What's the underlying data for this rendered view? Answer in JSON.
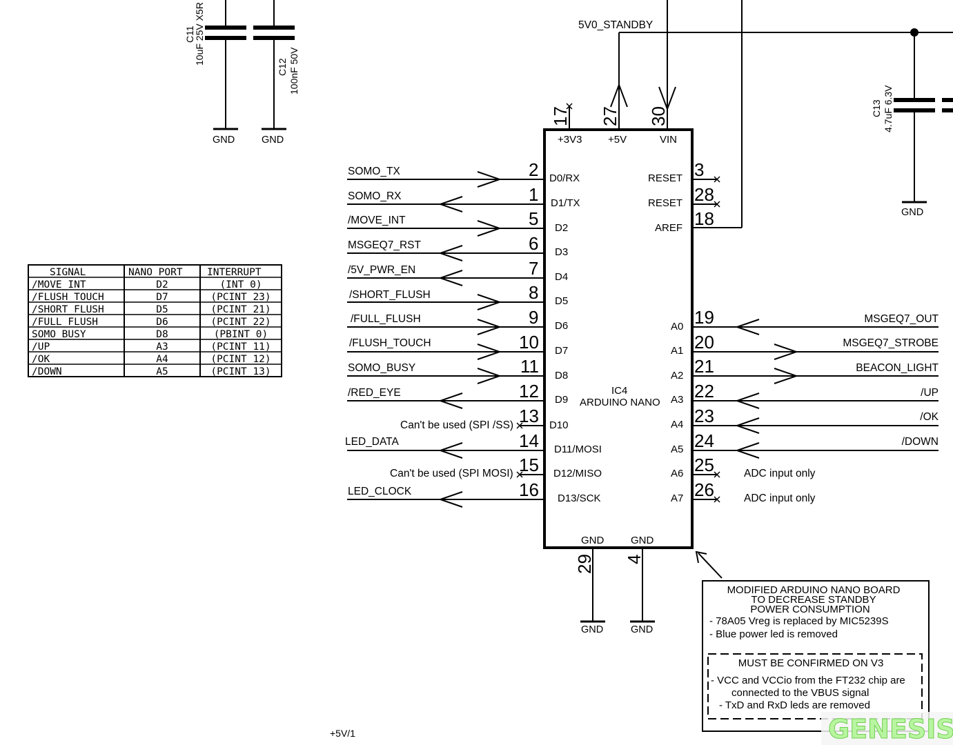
{
  "capacitors": [
    {
      "ref": "C11",
      "value": "10uF 25V X5R"
    },
    {
      "ref": "C12",
      "value": "100nF 50V"
    },
    {
      "ref": "C13",
      "value": "4.7uF 6.3V"
    }
  ],
  "gnd_label": "GND",
  "net_5v0_standby": "5V0_STANDBY",
  "net_5v_1": "+5V/1",
  "chip": {
    "ref": "IC4",
    "name": "ARDUINO NANO",
    "top_pins": [
      {
        "num": "17",
        "name": "+3V3"
      },
      {
        "num": "27",
        "name": "+5V"
      },
      {
        "num": "30",
        "name": "VIN"
      }
    ],
    "bottom_pins": [
      {
        "num": "29",
        "name": "GND"
      },
      {
        "num": "4",
        "name": "GND"
      }
    ],
    "left_pins": [
      {
        "num": "2",
        "name": "D0/RX",
        "net": "SOMO_TX"
      },
      {
        "num": "1",
        "name": "D1/TX",
        "net": "SOMO_RX"
      },
      {
        "num": "5",
        "name": "D2",
        "net": "/MOVE_INT"
      },
      {
        "num": "6",
        "name": "D3",
        "net": "MSGEQ7_RST"
      },
      {
        "num": "7",
        "name": "D4",
        "net": "/5V_PWR_EN"
      },
      {
        "num": "8",
        "name": "D5",
        "net": "/SHORT_FLUSH"
      },
      {
        "num": "9",
        "name": "D6",
        "net": "/FULL_FLUSH"
      },
      {
        "num": "10",
        "name": "D7",
        "net": "/FLUSH_TOUCH"
      },
      {
        "num": "11",
        "name": "D8",
        "net": "SOMO_BUSY"
      },
      {
        "num": "12",
        "name": "D9",
        "net": "/RED_EYE"
      },
      {
        "num": "13",
        "name": "D10",
        "net": "Can't be used (SPI /SS)"
      },
      {
        "num": "14",
        "name": "D11/MOSI",
        "net": "LED_DATA"
      },
      {
        "num": "15",
        "name": "D12/MISO",
        "net": "Can't be used (SPI MOSI)"
      },
      {
        "num": "16",
        "name": "D13/SCK",
        "net": "LED_CLOCK"
      }
    ],
    "right_pins": [
      {
        "num": "3",
        "name": "RESET",
        "net": ""
      },
      {
        "num": "28",
        "name": "RESET",
        "net": ""
      },
      {
        "num": "18",
        "name": "AREF",
        "net": ""
      },
      {
        "num": "19",
        "name": "A0",
        "net": "MSGEQ7_OUT"
      },
      {
        "num": "20",
        "name": "A1",
        "net": "MSGEQ7_STROBE"
      },
      {
        "num": "21",
        "name": "A2",
        "net": "BEACON_LIGHT"
      },
      {
        "num": "22",
        "name": "A3",
        "net": "/UP"
      },
      {
        "num": "23",
        "name": "A4",
        "net": "/OK"
      },
      {
        "num": "24",
        "name": "A5",
        "net": "/DOWN"
      },
      {
        "num": "25",
        "name": "A6",
        "net": "ADC input only"
      },
      {
        "num": "26",
        "name": "A7",
        "net": "ADC input only"
      }
    ]
  },
  "signal_table": {
    "headers": [
      "SIGNAL",
      "NANO PORT",
      "INTERRUPT"
    ],
    "rows": [
      [
        "/MOVE_INT",
        "D2",
        "(INT 0)"
      ],
      [
        "/FLUSH_TOUCH",
        "D7",
        "(PCINT 23)"
      ],
      [
        "/SHORT_FLUSH",
        "D5",
        "(PCINT 21)"
      ],
      [
        "/FULL_FLUSH",
        "D6",
        "(PCINT 22)"
      ],
      [
        "SOMO_BUSY",
        "D8",
        "(PBINT 0)"
      ],
      [
        "/UP",
        "A3",
        "(PCINT 11)"
      ],
      [
        "/OK",
        "A4",
        "(PCINT 12)"
      ],
      [
        "/DOWN",
        "A5",
        "(PCINT 13)"
      ]
    ]
  },
  "note": {
    "title": [
      "MODIFIED ARDUINO NANO BOARD",
      "TO DECREASE STANDBY",
      "POWER CONSUMPTION"
    ],
    "items": [
      "- 78A05 Vreg is replaced by MIC5239S",
      "- Blue power led is removed"
    ],
    "confirm_title": "MUST BE CONFIRMED ON V3",
    "confirm_lines": [
      "- VCC and VCCio from the FT232 chip are",
      "connected to the VBUS signal",
      "- TxD and RxD leds are removed"
    ]
  },
  "watermark": "GENESIS"
}
